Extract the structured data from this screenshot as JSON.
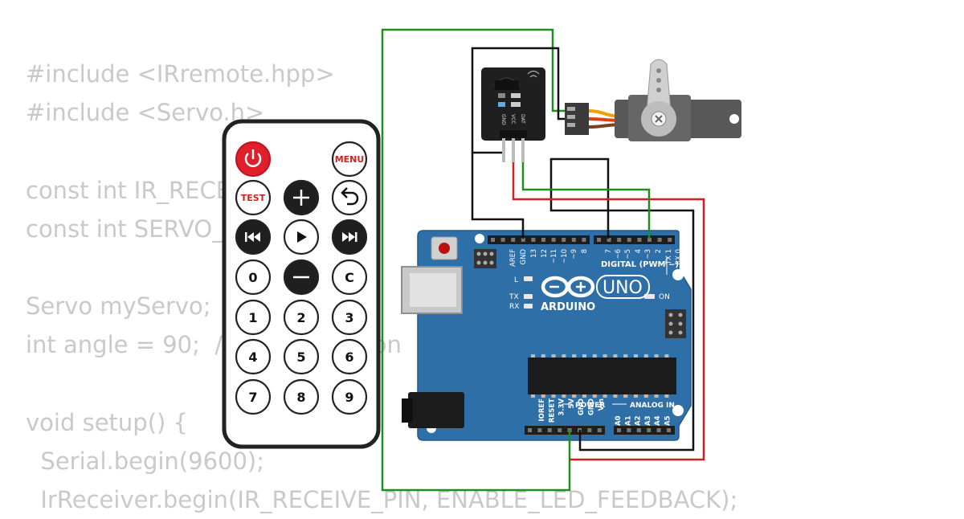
{
  "code_lines": [
    "#include <IRremote.hpp>",
    "#include <Servo.h>",
    "",
    "const int IR_RECEIVE_PIN = 2;",
    "const int SERVO_PIN = 6;",
    "",
    "Servo myServo;",
    "int angle = 90;  // initial position",
    "",
    "void setup() {",
    "  Serial.begin(9600);",
    "  IrReceiver.begin(IR_RECEIVE_PIN, ENABLE_LED_FEEDBACK);"
  ],
  "remote": {
    "top_row": [
      {
        "id": "power",
        "label": ""
      },
      {
        "id": "menu",
        "label": "MENU"
      }
    ],
    "row2": [
      {
        "id": "test",
        "label": "TEST"
      },
      {
        "id": "plus",
        "label": ""
      },
      {
        "id": "back",
        "label": ""
      }
    ],
    "row3": [
      {
        "id": "prev",
        "label": ""
      },
      {
        "id": "play",
        "label": ""
      },
      {
        "id": "next",
        "label": ""
      }
    ],
    "row4": [
      {
        "id": "zero",
        "label": "0"
      },
      {
        "id": "minus",
        "label": ""
      },
      {
        "id": "clear",
        "label": "C"
      }
    ],
    "digits": [
      "1",
      "2",
      "3",
      "4",
      "5",
      "6",
      "7",
      "8",
      "9"
    ]
  },
  "ir_module": {
    "pin_labels": [
      "GND",
      "VCC",
      "DAT"
    ]
  },
  "arduino": {
    "brand": "ARDUINO",
    "model": "UNO",
    "digital_label": "DIGITAL (PWM ~)",
    "header_top": [
      "AREF",
      "GND",
      "13",
      "12",
      "~11",
      "~10",
      "~9",
      "8",
      "7",
      "~6",
      "~5",
      "4",
      "~3",
      "2",
      "TX 1",
      "RX 0"
    ],
    "power_label": "POWER",
    "analog_label": "ANALOG IN",
    "power_pins": [
      "IOREF",
      "RESET",
      "3.3V",
      "5V",
      "GND",
      "GND",
      "Vin"
    ],
    "analog_pins": [
      "A0",
      "A1",
      "A2",
      "A3",
      "A4",
      "A5"
    ],
    "led_l": "L",
    "led_tx": "TX",
    "led_rx": "RX",
    "led_on": "ON"
  },
  "colors": {
    "board": "#2d6fa6",
    "wire_green": "#1c8f1c",
    "wire_red": "#d41f1f",
    "wire_black": "#111111",
    "servo_body": "#585858",
    "remote_red": "#e01f2d"
  }
}
